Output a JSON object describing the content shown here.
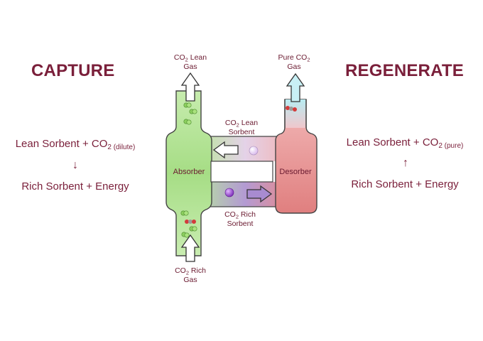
{
  "capture": {
    "heading": "CAPTURE",
    "line1_prefix": "Lean Sorbent + CO",
    "line1_sub": "2 (dilute)",
    "arrow": "↓",
    "line2": "Rich Sorbent + Energy"
  },
  "regenerate": {
    "heading": "REGENERATE",
    "line1_prefix": "Lean Sorbent + CO",
    "line1_sub": "2 (pure)",
    "arrow": "↑",
    "line2": "Rich Sorbent + Energy"
  },
  "diagram": {
    "absorber_label": "Absorber",
    "desorber_label": "Desorber",
    "top_left": {
      "co": "CO",
      "sub": "2",
      "rest": " Lean",
      "line2": "Gas"
    },
    "top_right": {
      "prefix": "Pure CO",
      "sub": "2",
      "line2": "Gas"
    },
    "mid_upper": {
      "co": "CO",
      "sub": "2",
      "rest": " Lean",
      "line2": "Sorbent"
    },
    "mid_lower": {
      "co": "CO",
      "sub": "2",
      "rest": " Rich",
      "line2": "Sorbent"
    },
    "bottom": {
      "co": "CO",
      "sub": "2",
      "rest": " Rich",
      "line2": "Gas"
    }
  },
  "colors": {
    "heading": "#7a1f3a",
    "absorber_fill": "#a8d98a",
    "desorber_fill": "#e68a8a",
    "outline": "#333333"
  }
}
